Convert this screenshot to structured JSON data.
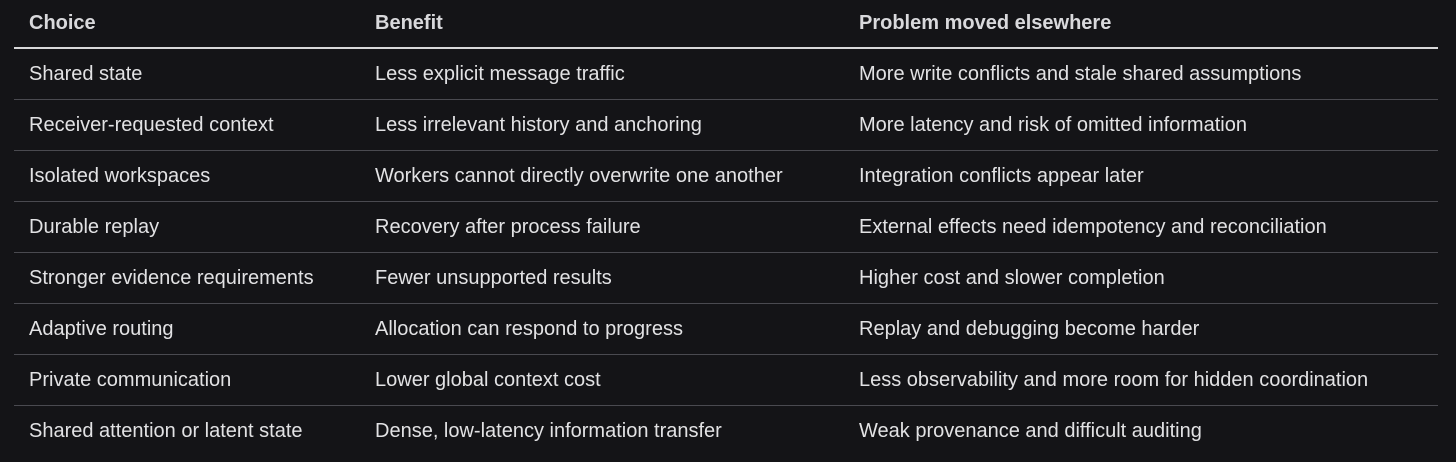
{
  "table": {
    "headers": [
      "Choice",
      "Benefit",
      "Problem moved elsewhere"
    ],
    "rows": [
      [
        "Shared state",
        "Less explicit message traffic",
        "More write conflicts and stale shared assumptions"
      ],
      [
        "Receiver-requested context",
        "Less irrelevant history and anchoring",
        "More latency and risk of omitted information"
      ],
      [
        "Isolated workspaces",
        "Workers cannot directly overwrite one another",
        "Integration conflicts appear later"
      ],
      [
        "Durable replay",
        "Recovery after process failure",
        "External effects need idempotency and reconciliation"
      ],
      [
        "Stronger evidence requirements",
        "Fewer unsupported results",
        "Higher cost and slower completion"
      ],
      [
        "Adaptive routing",
        "Allocation can respond to progress",
        "Replay and debugging become harder"
      ],
      [
        "Private communication",
        "Lower global context cost",
        "Less observability and more room for hidden coordination"
      ],
      [
        "Shared attention or latent state",
        "Dense, low-latency information transfer",
        "Weak provenance and difficult auditing"
      ]
    ]
  },
  "colors": {
    "background": "#141417",
    "text": "#e2e2e4",
    "header_rule": "#d8d8da",
    "row_rule": "#4a4a50"
  }
}
